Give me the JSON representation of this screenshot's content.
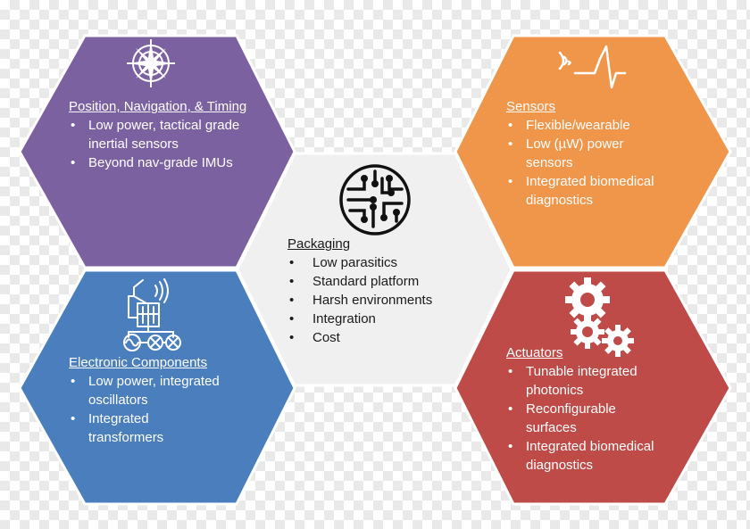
{
  "colors": {
    "purple": "#7b61a0",
    "orange": "#f0964a",
    "blue": "#4a7ebd",
    "red": "#bf4b48",
    "center": "#f0f0f0",
    "border": "#ffffff"
  },
  "hexes": {
    "pnt": {
      "title": "Position, Navigation, & Timing",
      "items": [
        "Low power, tactical grade inertial sensors",
        "Beyond nav-grade IMUs"
      ],
      "icon": "compass-rose-icon"
    },
    "sensors": {
      "title": "Sensors",
      "items": [
        "Flexible/wearable",
        "Low (µW) power sensors",
        "Integrated biomedical diagnostics"
      ],
      "icon": "signal-pulse-icon"
    },
    "packaging": {
      "title": "Packaging",
      "items": [
        "Low parasitics",
        "Standard platform",
        "Harsh environments",
        "Integration",
        "Cost"
      ],
      "icon": "circuit-board-icon"
    },
    "electronic": {
      "title": "Electronic Components",
      "items": [
        "Low power, integrated oscillators",
        "Integrated transformers"
      ],
      "icon": "oscillator-circuit-icon"
    },
    "actuators": {
      "title": "Actuators",
      "items": [
        "Tunable integrated photonics",
        "Reconfigurable surfaces",
        "Integrated biomedical diagnostics"
      ],
      "icon": "gears-icon"
    }
  }
}
